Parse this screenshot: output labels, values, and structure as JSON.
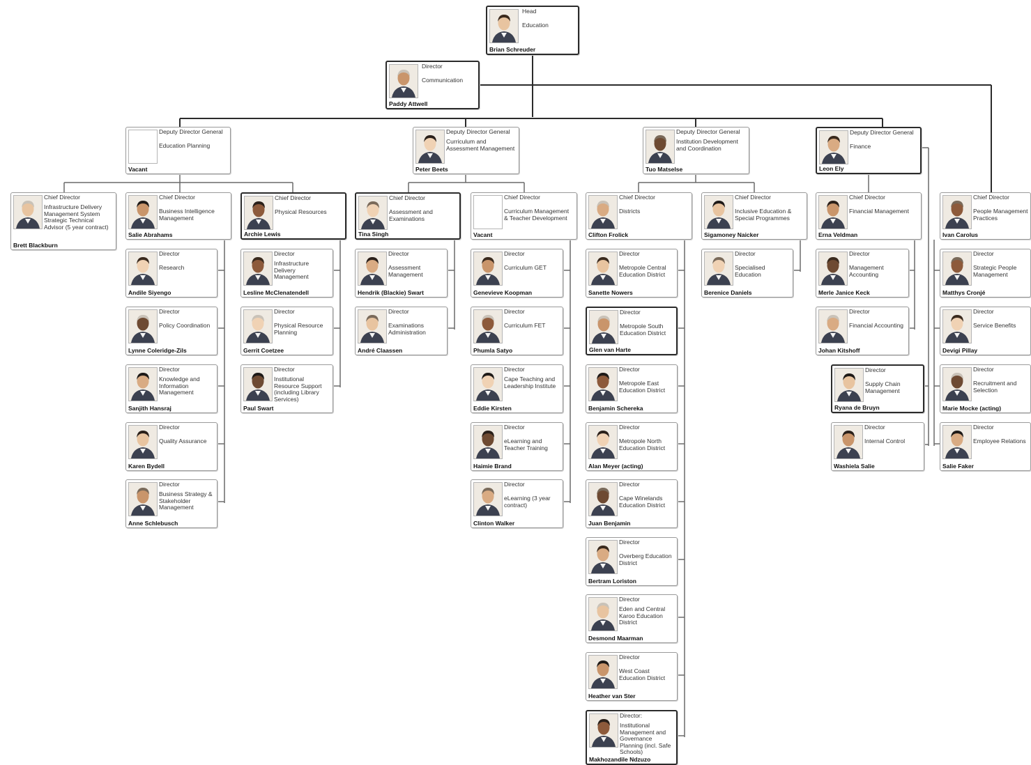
{
  "colors": {
    "line": "#2b2b2b",
    "card_border": "#9a9a9a",
    "photo_bg": "#f1ece4"
  },
  "cards": [
    {
      "key": "head",
      "rank": "Head",
      "unit": "Education",
      "name": "Brian Schreuder"
    },
    {
      "key": "comm",
      "rank": "Director",
      "unit": "Communication",
      "name": "Paddy Attwell"
    },
    {
      "key": "ddg1",
      "rank": "Deputy Director General",
      "unit": "Education Planning",
      "name": "Vacant",
      "vacant": true
    },
    {
      "key": "ddg2",
      "rank": "Deputy Director General",
      "unit": "Curriculum and Assessment Management",
      "name": "Peter Beets"
    },
    {
      "key": "ddg3",
      "rank": "Deputy Director General",
      "unit": "Institution Development and Coordination",
      "name": "Tuo Matselse"
    },
    {
      "key": "ddg4",
      "rank": "Deputy Director General",
      "unit": "Finance",
      "name": "Leon Ely"
    },
    {
      "key": "cd_infra",
      "rank": "Chief Director",
      "unit": "Infrastructure Delivery Management System Strategic Technical Advisor (5 year contract)",
      "name": "Brett Blackburn"
    },
    {
      "key": "cd_bim",
      "rank": "Chief Director",
      "unit": "Business Intelligence Management",
      "name": "Salie Abrahams"
    },
    {
      "key": "cd_phys",
      "rank": "Chief Director",
      "unit": "Physical Resources",
      "name": "Archie Lewis"
    },
    {
      "key": "cd_assess",
      "rank": "Chief Director",
      "unit": "Assessment and Examinations",
      "name": "Tina Singh"
    },
    {
      "key": "cd_curr",
      "rank": "Chief Director",
      "unit": "Curriculum Management & Teacher Development",
      "name": "Vacant",
      "vacant": true
    },
    {
      "key": "cd_dist",
      "rank": "Chief Director",
      "unit": "Districts",
      "name": "Clifton Frolick"
    },
    {
      "key": "cd_incl",
      "rank": "Chief Director",
      "unit": "Inclusive Education & Special Programmes",
      "name": "Sigamoney Naicker"
    },
    {
      "key": "cd_fin",
      "rank": "Chief Director",
      "unit": "Financial Management",
      "name": "Erna Veldman"
    },
    {
      "key": "cd_people",
      "rank": "Chief Director",
      "unit": "People Management Practices",
      "name": "Ivan Carolus"
    },
    {
      "key": "d_research",
      "rank": "Director",
      "unit": "Research",
      "name": "Andile Siyengo"
    },
    {
      "key": "d_policy",
      "rank": "Director",
      "unit": "Policy Coordination",
      "name": "Lynne Coleridge-Zils"
    },
    {
      "key": "d_knowledge",
      "rank": "Director",
      "unit": "Knowledge and Information Management",
      "name": "Sanjith Hansraj"
    },
    {
      "key": "d_quality",
      "rank": "Director",
      "unit": "Quality Assurance",
      "name": "Karen Bydell"
    },
    {
      "key": "d_bizstrat",
      "rank": "Director",
      "unit": "Business Strategy & Stakeholder Management",
      "name": "Anne Schlebusch"
    },
    {
      "key": "d_infradel",
      "rank": "Director",
      "unit": "Infrastructure Delivery Management",
      "name": "Lesline McClenatendell"
    },
    {
      "key": "d_physplan",
      "rank": "Director",
      "unit": "Physical Resource Planning",
      "name": "Gerrit Coetzee"
    },
    {
      "key": "d_instres",
      "rank": "Director",
      "unit": "Institutional Resource Support (including Library Services)",
      "name": "Paul Swart"
    },
    {
      "key": "d_assessmgmt",
      "rank": "Director",
      "unit": "Assessment Management",
      "name": "Hendrik (Blackie) Swart"
    },
    {
      "key": "d_exams",
      "rank": "Director",
      "unit": "Examinations Administration",
      "name": "André Claassen"
    },
    {
      "key": "d_get",
      "rank": "Director",
      "unit": "Curriculum GET",
      "name": "Genevieve Koopman"
    },
    {
      "key": "d_fet",
      "rank": "Director",
      "unit": "Curriculum FET",
      "name": "Phumla Satyo"
    },
    {
      "key": "d_ctli",
      "rank": "Director",
      "unit": "Cape Teaching and Leadership Institute",
      "name": "Eddie Kirsten"
    },
    {
      "key": "d_elteach",
      "rank": "Director",
      "unit": "eLearning and Teacher Training",
      "name": "Haimie Brand"
    },
    {
      "key": "d_elearn",
      "rank": "Director",
      "unit": "eLearning (3 year contract)",
      "name": "Clinton Walker"
    },
    {
      "key": "d_mpcentral",
      "rank": "Director",
      "unit": "Metropole Central Education District",
      "name": "Sanette Nowers"
    },
    {
      "key": "d_mpsouth",
      "rank": "Director",
      "unit": "Metropole South Education District",
      "name": "Glen van Harte"
    },
    {
      "key": "d_mpeast",
      "rank": "Director",
      "unit": "Metropole East Education District",
      "name": "Benjamin Schereka"
    },
    {
      "key": "d_mpnorth",
      "rank": "Director",
      "unit": "Metropole North Education District",
      "name": "Alan Meyer (acting)"
    },
    {
      "key": "d_wine",
      "rank": "Director",
      "unit": "Cape Winelands Education District",
      "name": "Juan Benjamin"
    },
    {
      "key": "d_overberg",
      "rank": "Director",
      "unit": "Overberg Education District",
      "name": "Bertram Loriston"
    },
    {
      "key": "d_eden",
      "rank": "Director",
      "unit": "Eden and Central Karoo Education District",
      "name": "Desmond Maarman"
    },
    {
      "key": "d_westcoast",
      "rank": "Director",
      "unit": "West Coast Education District",
      "name": "Heather van Ster"
    },
    {
      "key": "d_instmgmt",
      "rank": "Director:",
      "unit": "Institutional Management and Governance Planning (incl. Safe Schools)",
      "name": "Makhozandile Ndzuzo"
    },
    {
      "key": "d_special",
      "rank": "Director",
      "unit": "Specialised Education",
      "name": "Berenice Daniels"
    },
    {
      "key": "d_mgmtacc",
      "rank": "Director",
      "unit": "Management Accounting",
      "name": "Merle Janice Keck"
    },
    {
      "key": "d_finacc",
      "rank": "Director",
      "unit": "Financial Accounting",
      "name": "Johan Kitshoff"
    },
    {
      "key": "d_supply",
      "rank": "Director",
      "unit": "Supply Chain Management",
      "name": "Ryana de Bruyn"
    },
    {
      "key": "d_internal",
      "rank": "Director",
      "unit": "Internal Control",
      "name": "Washiela Salie"
    },
    {
      "key": "d_strategic",
      "rank": "Director",
      "unit": "Strategic People Management",
      "name": "Matthys Cronjé"
    },
    {
      "key": "d_service",
      "rank": "Director",
      "unit": "Service Benefits",
      "name": "Devigi Pillay"
    },
    {
      "key": "d_recruit",
      "rank": "Director",
      "unit": "Recruitment and Selection",
      "name": "Marie Mocke (acting)"
    },
    {
      "key": "d_employee",
      "rank": "Director",
      "unit": "Employee Relations",
      "name": "Salie Faker"
    }
  ]
}
